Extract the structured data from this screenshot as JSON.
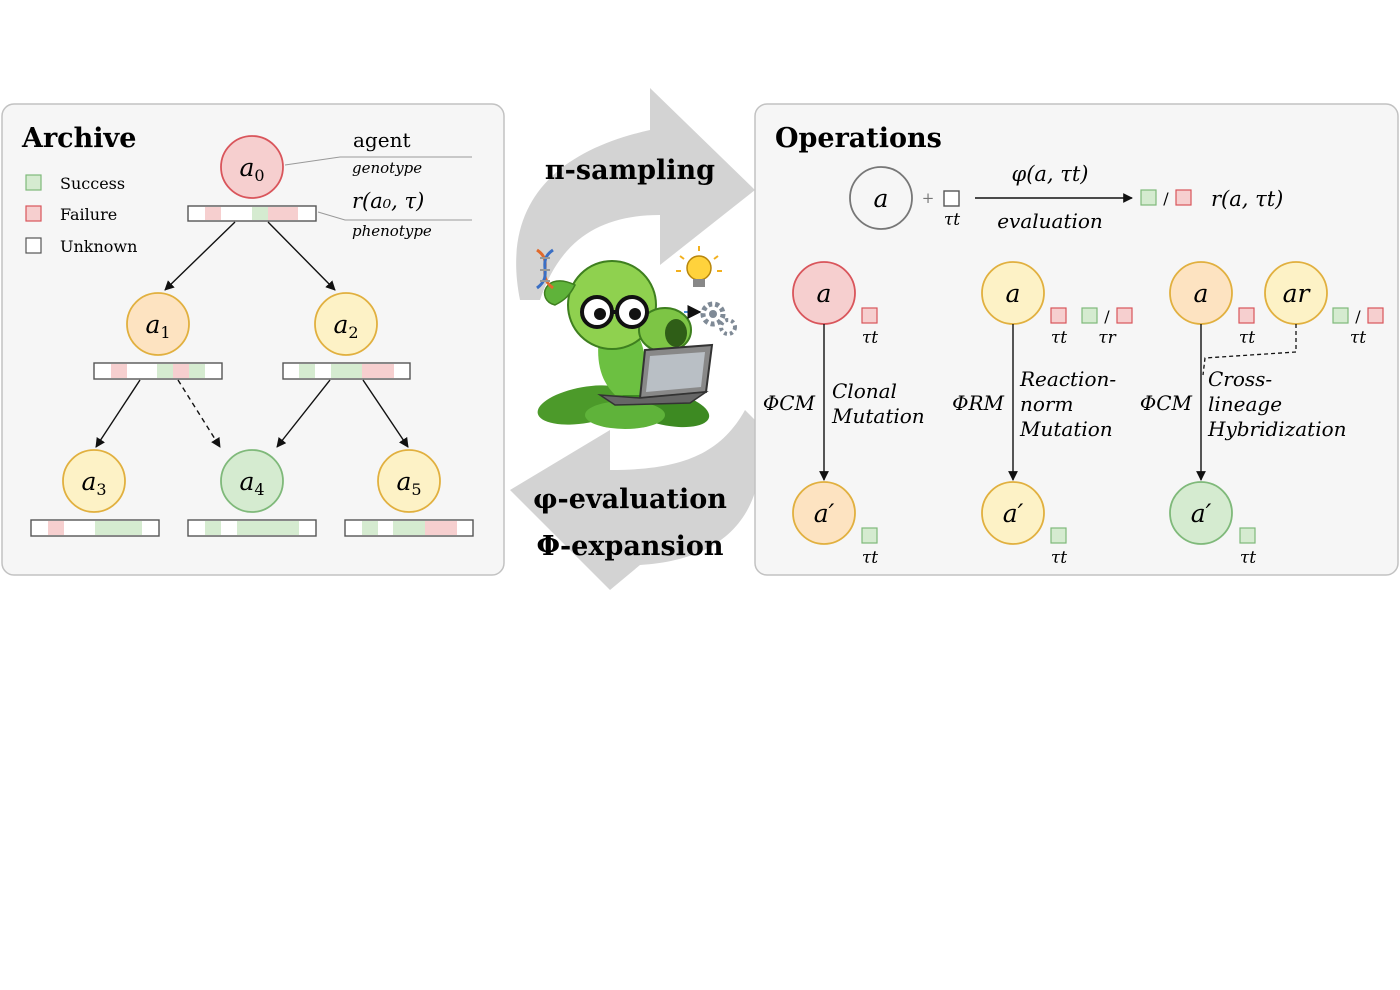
{
  "archive": {
    "title": "Archive",
    "legend": [
      {
        "label": "Success",
        "color": "#d5ebd0"
      },
      {
        "label": "Failure",
        "color": "#f6cfcf"
      },
      {
        "label": "Unknown",
        "color": "#ffffff"
      }
    ],
    "annotations": {
      "agent": "agent",
      "genotype": "genotype",
      "phenotype_formula": "r(a₀, τ)",
      "phenotype": "phenotype"
    },
    "nodes": [
      {
        "id": "a0",
        "base": "a",
        "sub": "0",
        "state": "failure"
      },
      {
        "id": "a1",
        "base": "a",
        "sub": "1",
        "state": "unknown"
      },
      {
        "id": "a2",
        "base": "a",
        "sub": "2",
        "state": "unknown"
      },
      {
        "id": "a3",
        "base": "a",
        "sub": "3",
        "state": "unknown"
      },
      {
        "id": "a4",
        "base": "a",
        "sub": "4",
        "state": "success"
      },
      {
        "id": "a5",
        "base": "a",
        "sub": "5",
        "state": "unknown"
      }
    ]
  },
  "cycle": {
    "sampling": "π-sampling",
    "evaluation": "φ-evaluation",
    "expansion": "Φ-expansion"
  },
  "operations": {
    "title": "Operations",
    "eval": {
      "agent": "a",
      "plus": "+",
      "task": "τt",
      "formula": "φ(a, τt)",
      "label": "evaluation",
      "slash": "/",
      "result": "r(a, τt)"
    },
    "columns": [
      {
        "op": "ΦCM",
        "op_sub": "CM",
        "desc": [
          "Clonal",
          "Mutation"
        ],
        "parent": "a",
        "tasks": [
          "τt"
        ],
        "child": "a′",
        "child_task": "τt"
      },
      {
        "op": "ΦRM",
        "op_sub": "RM",
        "desc": [
          "Reaction-",
          "norm",
          "Mutation"
        ],
        "parent": "a",
        "tasks": [
          "τt",
          "τr"
        ],
        "child": "a′",
        "child_task": "τt"
      },
      {
        "op": "ΦCM",
        "op_sub": "CM",
        "desc": [
          "Cross-",
          "lineage",
          "Hybridization"
        ],
        "parent": "a",
        "partner": "ar",
        "tasks": [
          "τt",
          "τt"
        ],
        "child": "a′",
        "child_task": "τt"
      }
    ]
  },
  "colors": {
    "success_fill": "#d5ebd0",
    "success_stroke": "#7fb97a",
    "failure_fill": "#f6cfcf",
    "failure_stroke": "#d9555b",
    "unknown_fill": "#fdf2c6",
    "unknown_stroke": "#e1b03f",
    "orange_fill": "#fde3c1",
    "panel_bg": "#f6f6f6"
  }
}
